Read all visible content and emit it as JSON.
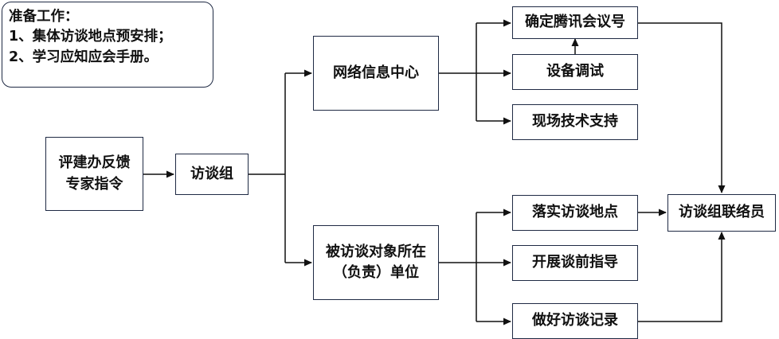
{
  "prep": {
    "title": "准备工作：",
    "items": [
      "1、集体访谈地点预安排；",
      "2、学习应知应会手册。"
    ]
  },
  "nodes": {
    "source": "评建办反馈\n专家指令",
    "interview_group": "访谈组",
    "network_center": "网络信息中心",
    "responsible_unit": "被访谈对象所在\n（负责）单位",
    "confirm_meeting": "确定腾讯会议号",
    "device_debug": "设备调试",
    "onsite_support": "现场技术支持",
    "confirm_location": "落实访谈地点",
    "pre_guidance": "开展谈前指导",
    "record": "做好访谈记录",
    "liaison": "访谈组联络员"
  }
}
